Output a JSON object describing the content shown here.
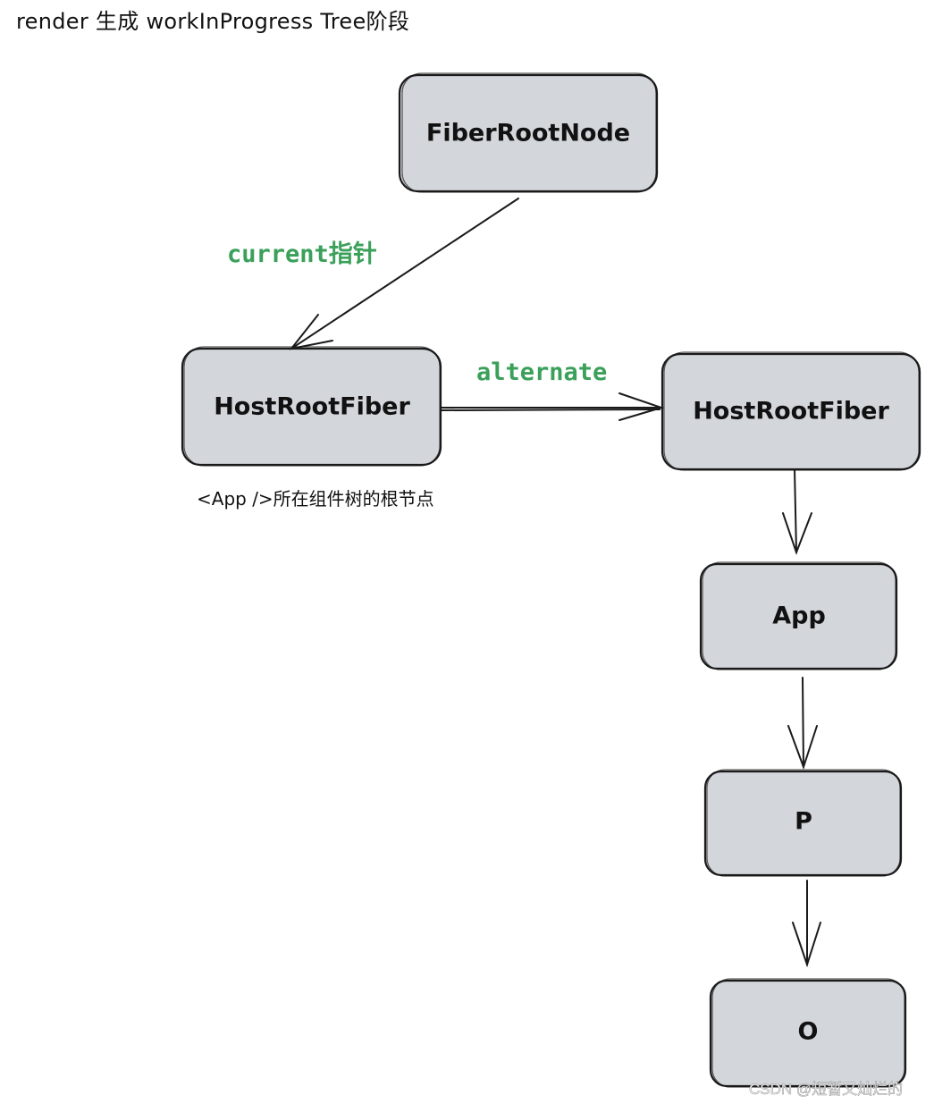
{
  "title": "render 生成 workInProgress Tree阶段",
  "nodes": {
    "fiber_root_node": "FiberRootNode",
    "host_root_fiber_current": "HostRootFiber",
    "host_root_fiber_wip": "HostRootFiber",
    "app": "App",
    "p": "P",
    "o": "O"
  },
  "edge_labels": {
    "current_pointer": "current指针",
    "alternate": "alternate"
  },
  "notes": {
    "root_note": "<App />所在组件树的根节点"
  },
  "watermark": "CSDN @短暂又灿烂的",
  "colors": {
    "node_fill": "#d3d6da",
    "edge_label": "#3aa05a",
    "stroke": "#1a1a1a"
  }
}
